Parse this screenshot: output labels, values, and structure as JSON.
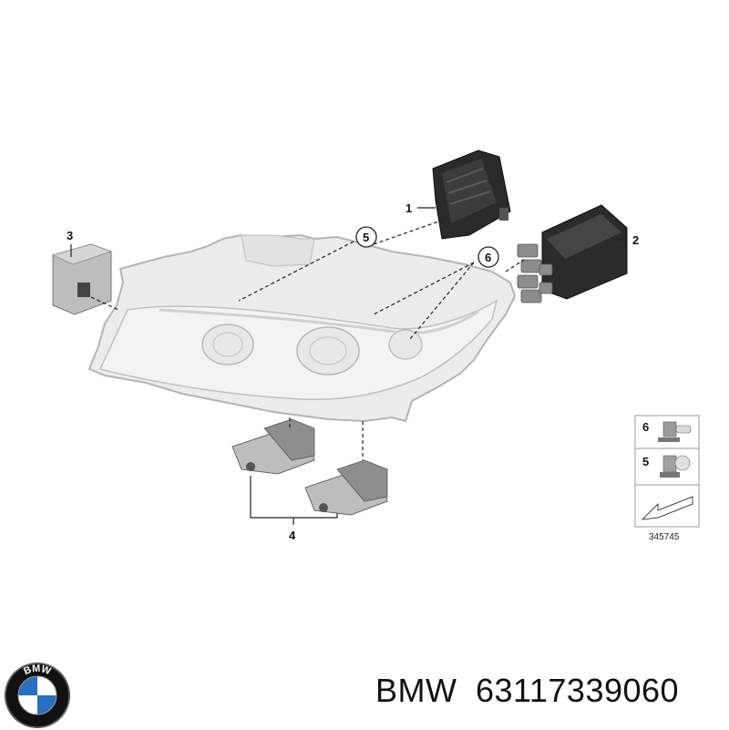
{
  "callouts": {
    "c1": "1",
    "c2": "2",
    "c3": "3",
    "c4": "4",
    "c5": "5",
    "c6": "6"
  },
  "legend": {
    "item_6": "6",
    "item_5": "5",
    "ref_number": "345745"
  },
  "brand": {
    "logo_letters": "BMW",
    "name": "BMW",
    "part_number": "63117339060"
  },
  "colors": {
    "housing": "#e6e6e6",
    "housing_outline": "#b4b4b4",
    "module_dark": "#2a2a2a",
    "bmw_blue": "#2a6fc0",
    "logo_ring": "#111111"
  }
}
